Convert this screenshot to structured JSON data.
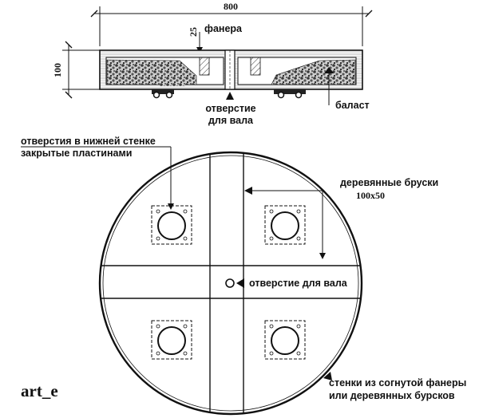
{
  "dimensions": {
    "width": "800",
    "board": "25",
    "height": "100"
  },
  "labels": {
    "plywood": "фанера",
    "shaft_hole_line1": "отверстие",
    "shaft_hole_line2": "для вала",
    "ballast": "баласт",
    "bottom_holes_line1": "отверстия в нижней стенке",
    "bottom_holes_line2": "закрытые пластинами",
    "wooden_bars_line1": "деревянные бруски",
    "wooden_bars_line2": "100x50",
    "shaft_hole_center": "отверстие для вала",
    "walls_line1": "стенки из согнутой фанеры",
    "walls_line2": "или деревянных бурсков"
  },
  "signature": "art_e"
}
